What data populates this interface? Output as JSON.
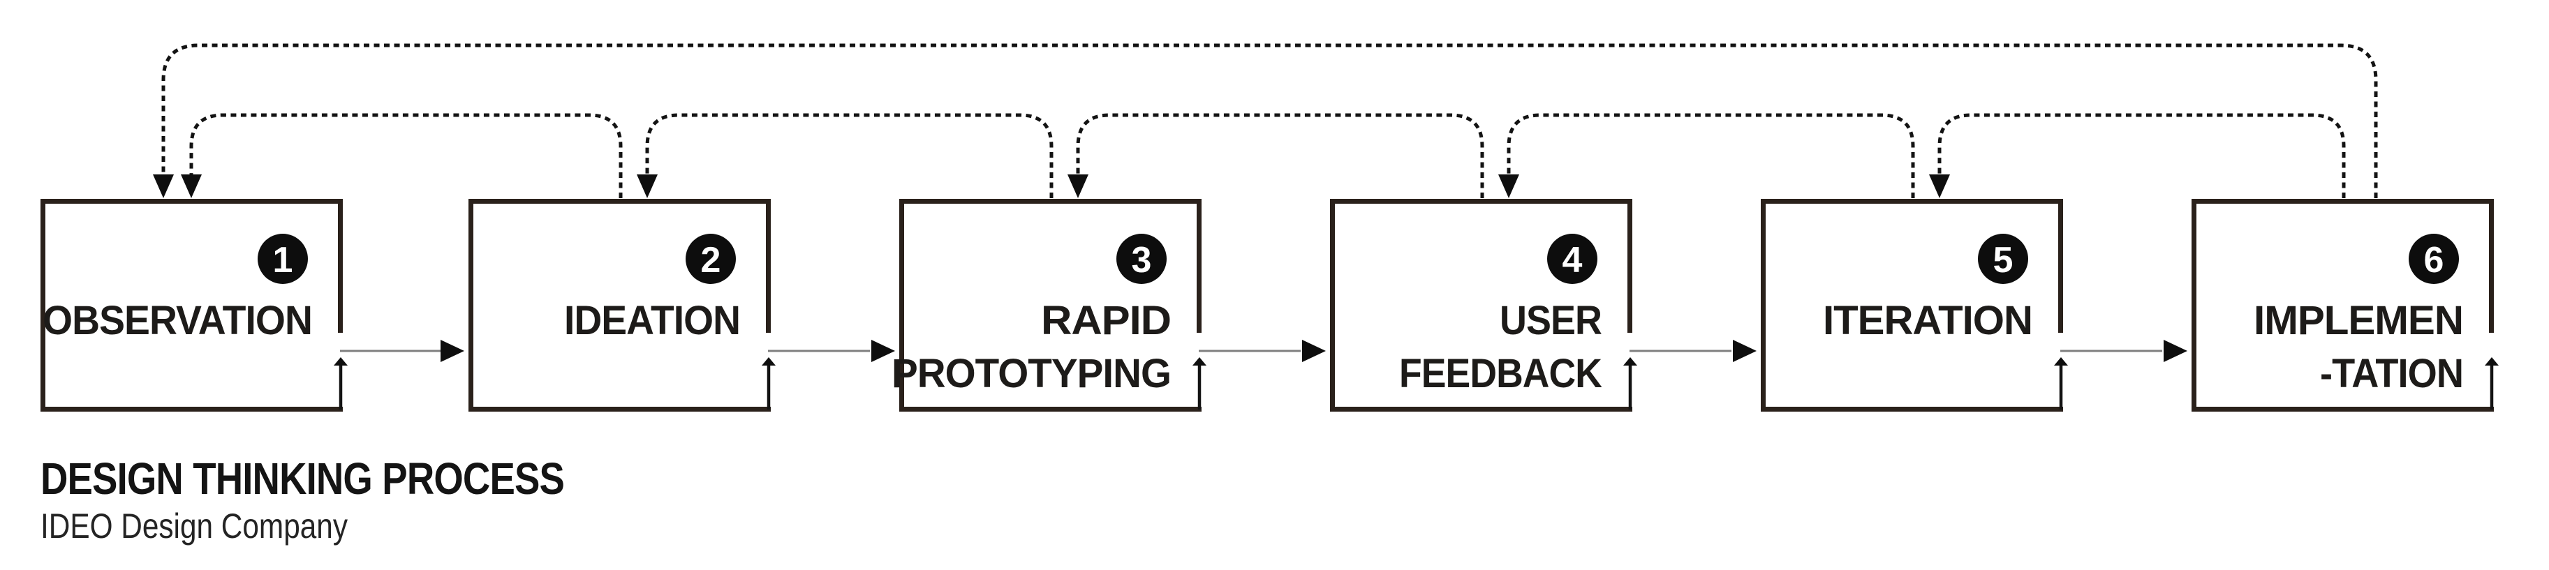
{
  "title": "DESIGN THINKING PROCESS",
  "subtitle": "IDEO Design Company",
  "stages": [
    {
      "number": "1",
      "lines": [
        "OBSERVATION"
      ]
    },
    {
      "number": "2",
      "lines": [
        "IDEATION"
      ]
    },
    {
      "number": "3",
      "lines": [
        "RAPID",
        "PROTOTYPING"
      ]
    },
    {
      "number": "4",
      "lines": [
        "USER",
        "FEEDBACK"
      ]
    },
    {
      "number": "5",
      "lines": [
        "ITERATION"
      ]
    },
    {
      "number": "6",
      "lines": [
        "IMPLEMEN",
        "-TATION"
      ]
    }
  ],
  "connections": {
    "forward_flow": [
      "1→2",
      "2→3",
      "3→4",
      "4→5",
      "5→6"
    ],
    "feedback_loops": [
      {
        "from": "2",
        "to": "1",
        "style": "dashed"
      },
      {
        "from": "3",
        "to": "2",
        "style": "dashed"
      },
      {
        "from": "4",
        "to": "3",
        "style": "dashed"
      },
      {
        "from": "5",
        "to": "4",
        "style": "dashed"
      },
      {
        "from": "6",
        "to": "5",
        "style": "dashed"
      },
      {
        "from": "6",
        "to": "1",
        "style": "dashed"
      }
    ]
  },
  "colors": {
    "background": "#ffffff",
    "box_border": "#2a211b",
    "label_text": "#1d1b19",
    "badge_background": "#0d0d0d",
    "badge_text": "#ffffff",
    "dashed_feedback": "#131313",
    "solid_connector": "#7f7f7f"
  }
}
